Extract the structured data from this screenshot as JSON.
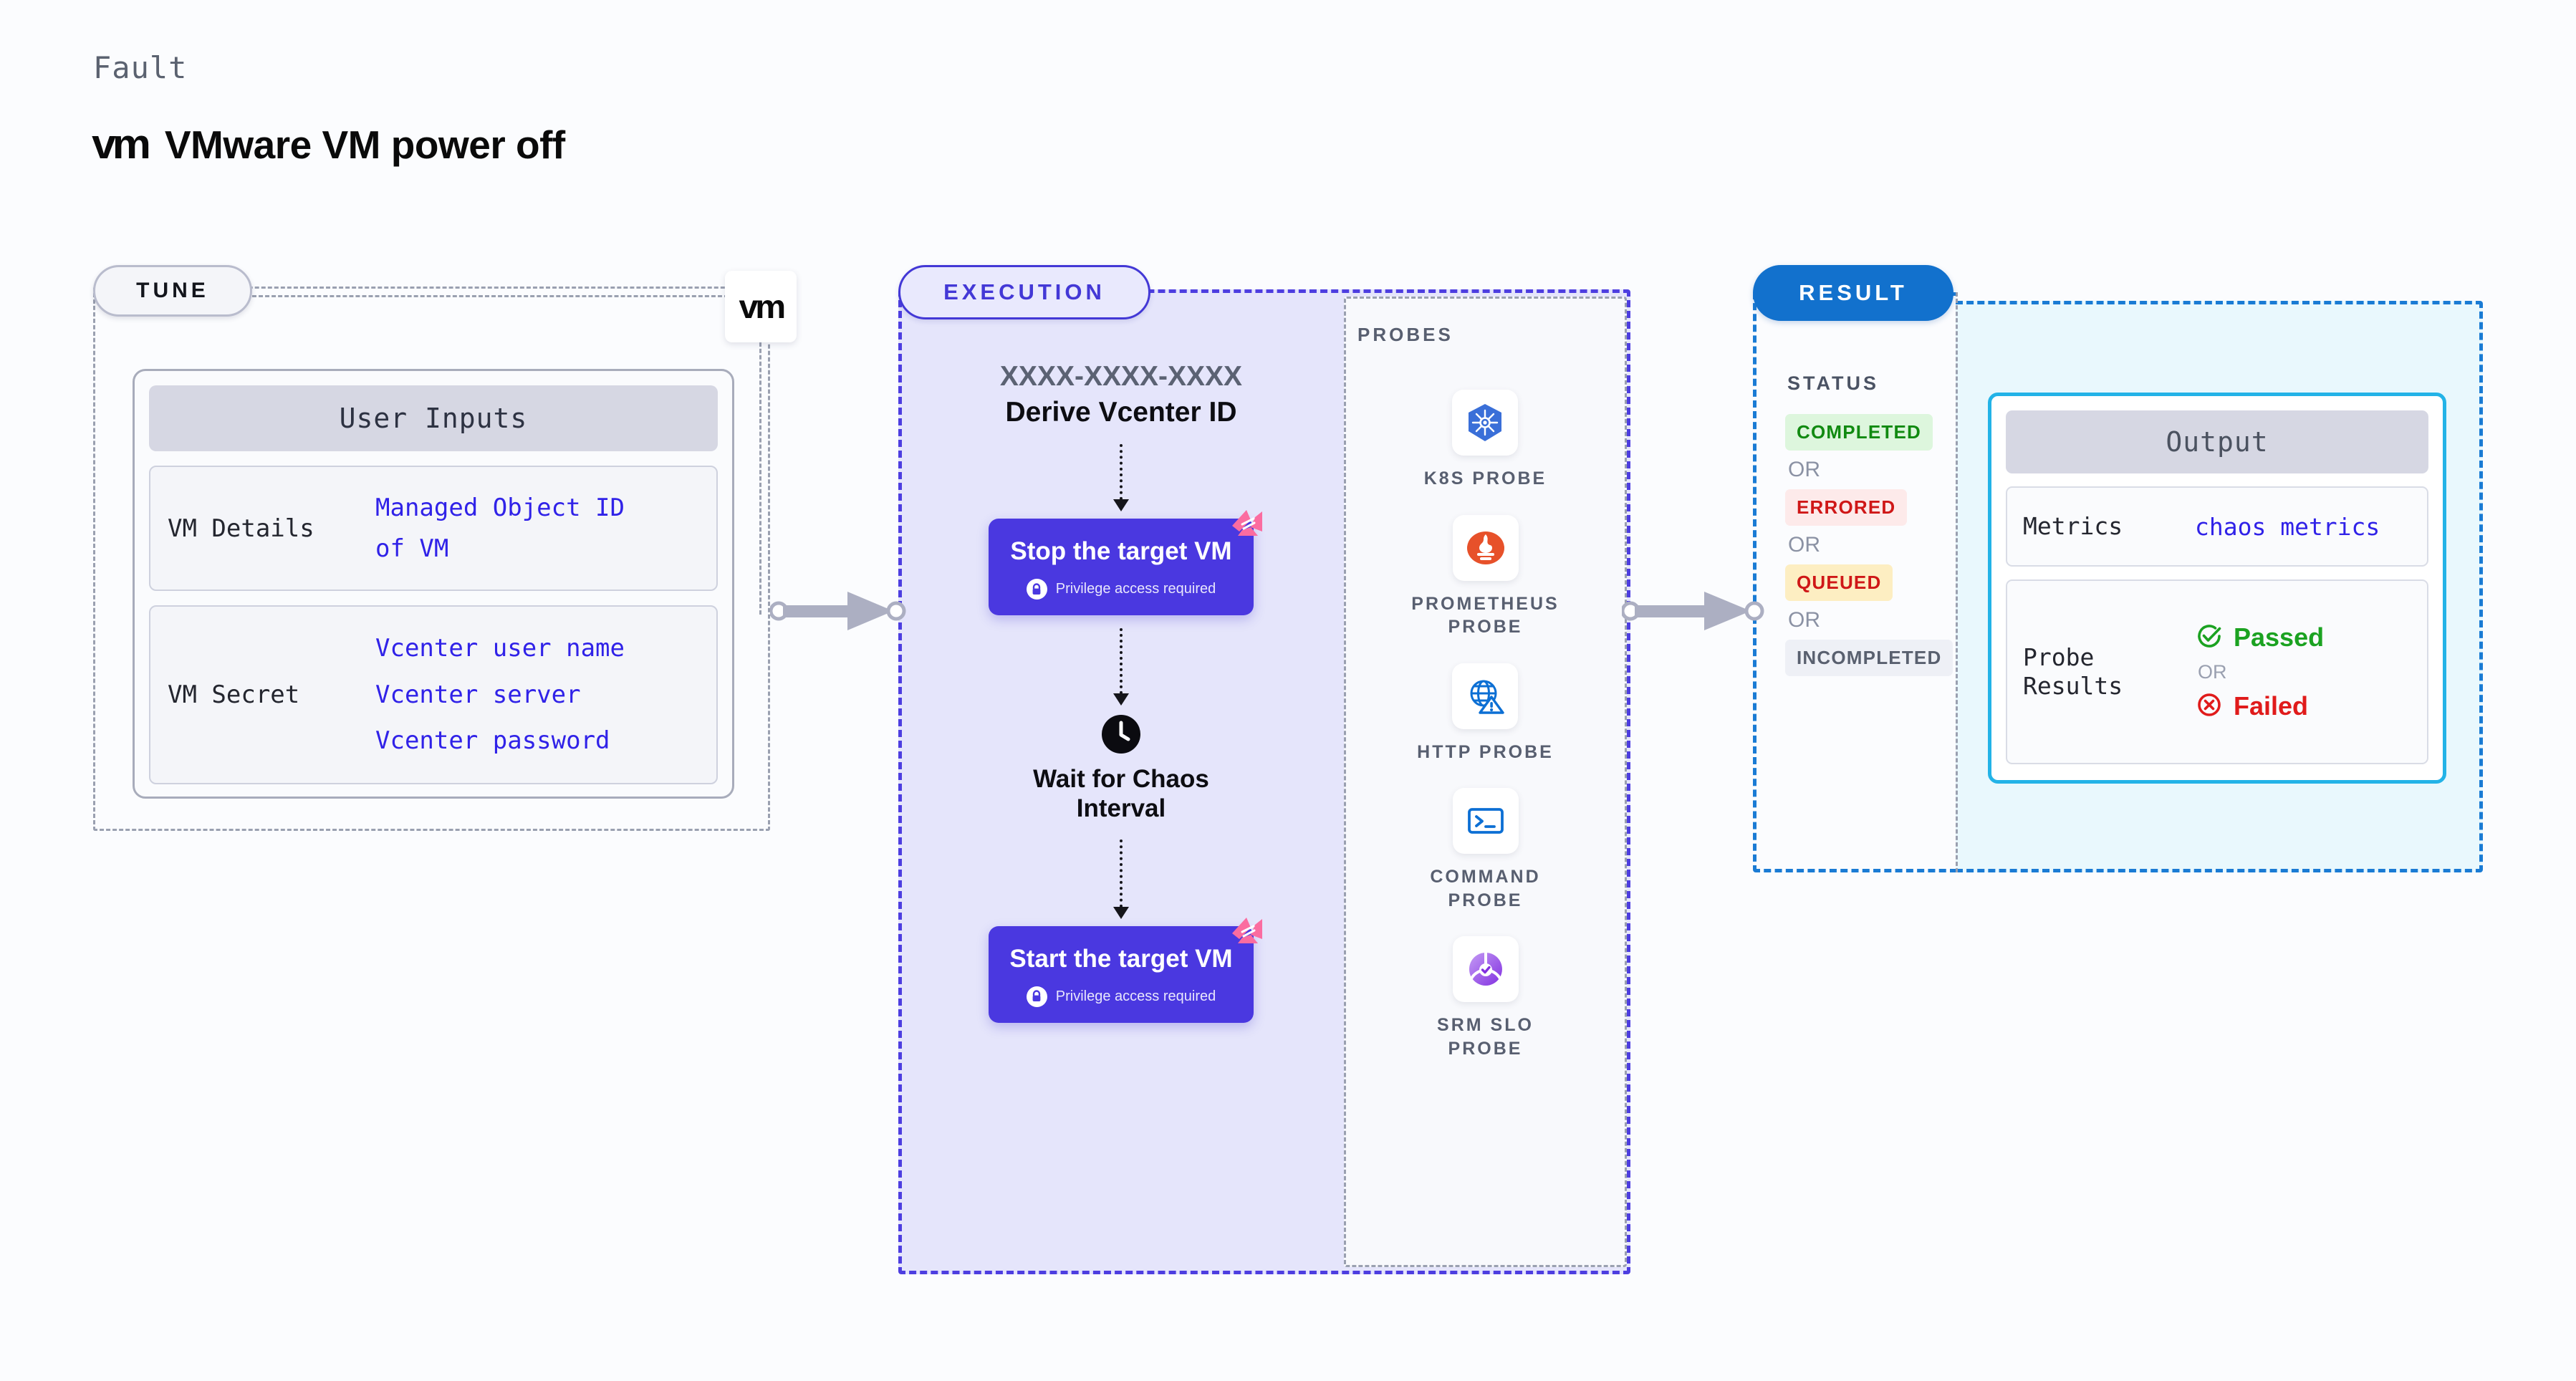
{
  "header": {
    "eyebrow": "Fault",
    "logo_text": "vm",
    "title": "VMware VM power off"
  },
  "tune": {
    "pill_label": "TUNE",
    "logo_text": "vm",
    "card_title": "User Inputs",
    "rows": [
      {
        "key": "VM Details",
        "values": [
          "Managed Object ID",
          "of VM"
        ]
      },
      {
        "key": "VM Secret",
        "values": [
          "Vcenter user name",
          "Vcenter server",
          "Vcenter password"
        ]
      }
    ]
  },
  "execution": {
    "pill_label": "EXECUTION",
    "id_placeholder": "XXXX-XXXX-XXXX",
    "derive_label": "Derive Vcenter ID",
    "stop_step": {
      "title": "Stop the target VM",
      "privilege_note": "Privilege access required",
      "lock_icon": "lock-icon",
      "chaos_icon": "litmus-chaos-icon"
    },
    "wait_step": {
      "label": "Wait for Chaos Interval",
      "icon": "clock-icon"
    },
    "start_step": {
      "title": "Start the target VM",
      "privilege_note": "Privilege access required",
      "lock_icon": "lock-icon",
      "chaos_icon": "litmus-chaos-icon"
    }
  },
  "probes": {
    "section_label": "PROBES",
    "items": [
      {
        "name": "K8S PROBE",
        "icon": "kubernetes-icon"
      },
      {
        "name": "PROMETHEUS PROBE",
        "icon": "prometheus-icon"
      },
      {
        "name": "HTTP PROBE",
        "icon": "http-globe-warning-icon"
      },
      {
        "name": "COMMAND PROBE",
        "icon": "terminal-icon"
      },
      {
        "name": "SRM SLO PROBE",
        "icon": "srm-slo-icon"
      }
    ]
  },
  "result": {
    "pill_label": "RESULT",
    "status_label": "STATUS",
    "or_label": "OR",
    "statuses": [
      {
        "label": "COMPLETED",
        "bg": "#ddf6dd",
        "fg": "#118a11"
      },
      {
        "label": "ERRORED",
        "bg": "#fdeaea",
        "fg": "#cf1717"
      },
      {
        "label": "QUEUED",
        "bg": "#fdeec2",
        "fg": "#cf1717"
      },
      {
        "label": "INCOMPLETED",
        "bg": "#eef0f6",
        "fg": "#59606f"
      }
    ],
    "output": {
      "title": "Output",
      "metrics_key": "Metrics",
      "metrics_value": "chaos metrics",
      "probe_results_key": "Probe Results",
      "passed_label": "Passed",
      "failed_label": "Failed",
      "or_label": "OR",
      "passed_icon": "check-circle-icon",
      "failed_icon": "x-circle-icon"
    }
  },
  "connectors": {
    "tune_to_execution": "arrow-right",
    "execution_to_result": "arrow-right"
  },
  "colors": {
    "page_bg": "#fbfcfe",
    "accent_purple": "#4a38e0",
    "accent_blue": "#1271cd",
    "accent_cyan": "#23b3e7",
    "chaos_pink": "#fb6ca0",
    "mono_value": "#3022e8"
  }
}
